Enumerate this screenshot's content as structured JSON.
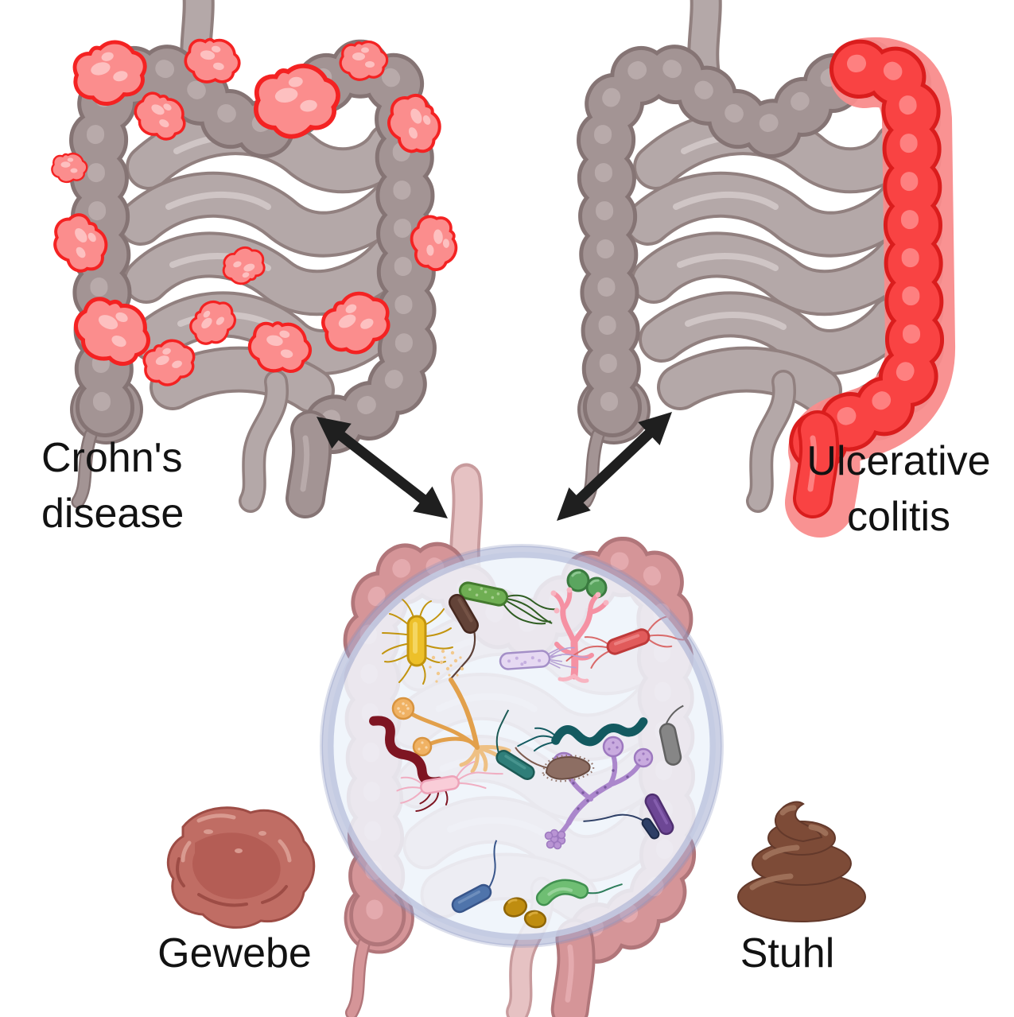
{
  "background": "#ffffff",
  "labels": {
    "crohns_disease": {
      "lines": [
        "Crohn's",
        "disease"
      ]
    },
    "ulcerative_colitis": {
      "lines": [
        "Ulcerative",
        "colitis"
      ]
    },
    "tissue": "Gewebe",
    "stool": "Stuhl"
  },
  "colors": {
    "text": "#121212",
    "arrow": "#1f1f1f",
    "healthy_colon_fill": "#a39494",
    "healthy_colon_outline": "#857474",
    "small_intestine_fill": "#b4a8a8",
    "inflamed_red_fill": "#f94343",
    "inflamed_red_outline": "#da1d1d",
    "inflamed_halo": "#f98c8c",
    "crohns_patch_fill": "#fb8d8d",
    "crohns_patch_outline": "#f42222",
    "microbiome_colon_fill": "#d59598",
    "microbiome_colon_outline": "#b1767a",
    "lens_fill": "#eef4fa",
    "lens_rim": "#9aa3cb",
    "tissue_fill": "#c06d64",
    "stool_fill": "#7d4b37"
  },
  "illustrations": [
    {
      "icon": "crohns-intestine-icon",
      "meaning": "gray intestine with scattered red inflamed patches"
    },
    {
      "icon": "ulcerative-colitis-intestine-icon",
      "meaning": "gray intestine with continuous red left colon and rectum"
    },
    {
      "icon": "microbiome-intestine-icon",
      "meaning": "pink intestine with magnifier lens showing gut microbes"
    },
    {
      "icon": "double-arrow-icon",
      "meaning": "two-way association arrows"
    },
    {
      "icon": "tissue-sample-icon",
      "meaning": "red tissue lump"
    },
    {
      "icon": "stool-sample-icon",
      "meaning": "brown stool swirl"
    }
  ],
  "microbes": [
    {
      "name": "helicobacter-green",
      "color": "#6fae53"
    },
    {
      "name": "diplococci-green",
      "color": "#5ba55f"
    },
    {
      "name": "rod-brown",
      "color": "#634338"
    },
    {
      "name": "peritrichous-rod-yellow",
      "color": "#edc02a"
    },
    {
      "name": "coral-colony-pink",
      "color": "#f591a3"
    },
    {
      "name": "flagellated-rod-red",
      "color": "#e15b5b"
    },
    {
      "name": "rod-lavender",
      "color": "#e6d9f2"
    },
    {
      "name": "spirillum-teal",
      "color": "#135a60"
    },
    {
      "name": "rod-gray",
      "color": "#868686"
    },
    {
      "name": "aspergillus-orange",
      "color": "#e2a04b"
    },
    {
      "name": "spirillum-dark-red",
      "color": "#7e1522"
    },
    {
      "name": "flagellated-rod-pink",
      "color": "#f9cdd8"
    },
    {
      "name": "rod-teal",
      "color": "#2f7e79"
    },
    {
      "name": "penicillium-purple",
      "color": "#ab87cc"
    },
    {
      "name": "rod-purple",
      "color": "#6d4795"
    },
    {
      "name": "rod-navy",
      "color": "#2e3f66"
    },
    {
      "name": "rod-blue",
      "color": "#4f74ab"
    },
    {
      "name": "bean-brown",
      "color": "#8d6e63"
    },
    {
      "name": "curved-rod-green",
      "color": "#6fbe73"
    },
    {
      "name": "cocci-gold",
      "color": "#bf8d10"
    }
  ]
}
